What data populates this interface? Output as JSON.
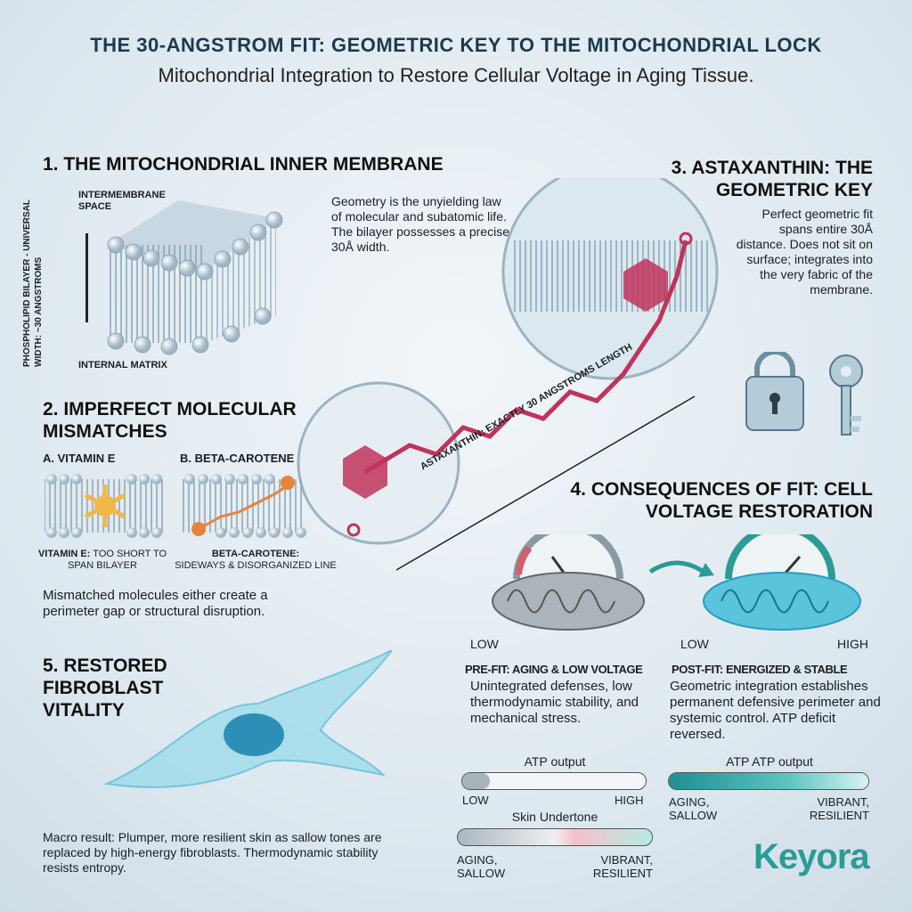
{
  "header": {
    "title": "THE 30-ANGSTROM FIT: GEOMETRIC KEY TO THE MITOCHONDRIAL LOCK",
    "subtitle": "Mitochondrial Integration to Restore Cellular Voltage in Aging Tissue."
  },
  "section1": {
    "heading": "1. THE MITOCHONDRIAL INNER MEMBRANE",
    "vertical_label_1": "PHOSPHOLIPID BILAYER - UNIVERSAL",
    "vertical_label_2": "WIDTH: ~30 ANGSTROMS",
    "top_label": "INTERMEMBRANE SPACE",
    "bottom_label": "INTERNAL MATRIX",
    "description": "Geometry is the unyielding law of molecular and subatomic life. The bilayer possesses a precise 30Å width."
  },
  "section2": {
    "heading": "2. IMPERFECT MOLECULAR MISMATCHES",
    "a_title": "A. VITAMIN E",
    "b_title": "B. BETA-CAROTENE",
    "a_caption_bold": "VITAMIN E:",
    "a_caption": "TOO SHORT TO SPAN BILAYER",
    "b_caption_bold": "BETA-CAROTENE:",
    "b_caption": "SIDEWAYS & DISORGANIZED LINE",
    "description": "Mismatched molecules either create a perimeter gap or structural disruption."
  },
  "section3": {
    "heading": "3. ASTAXANTHIN: THE GEOMETRIC KEY",
    "description": "Perfect geometric fit spans entire 30Å distance. Does not sit on surface; integrates into the very fabric of the membrane.",
    "molecule_label": "ASTAXANTHIN: EXACTLY 30 ANGSTROMS LENGTH"
  },
  "section4": {
    "heading": "4. CONSEQUENCES OF FIT: CELL VOLTAGE RESTORATION",
    "pre": {
      "gauge_low": "LOW",
      "title": "PRE-FIT: AGING & LOW VOLTAGE",
      "description": "Unintegrated defenses, low thermodynamic stability, and mechanical stress.",
      "bar_title": "ATP output",
      "bar_low": "LOW",
      "bar_high": "HIGH",
      "bar_fill": 0.15,
      "skin_title": "Skin Undertone",
      "skin_low": "AGING, SALLOW",
      "skin_high": "VIBRANT, RESILIENT"
    },
    "post": {
      "gauge_low": "LOW",
      "gauge_high": "HIGH",
      "title": "POST-FIT: ENERGIZED & STABLE",
      "description": "Geometric integration establishes permanent defensive perimeter and systemic control. ATP deficit reversed.",
      "bar_title": "ATP ATP output",
      "bar_low": "AGING, SALLOW",
      "bar_high": "VIBRANT, RESILIENT",
      "bar_fill": 1.0
    }
  },
  "section5": {
    "heading": "5. RESTORED FIBROBLAST VITALITY",
    "description": "Macro result: Plumper, more resilient skin as sallow tones are replaced by high-energy fibroblasts. Thermodynamic stability resists entropy."
  },
  "brand": {
    "logo": "Keyora",
    "color": "#2a9c95"
  },
  "colors": {
    "accent": "#2a9c95",
    "molecule": "#c0345a"
  }
}
